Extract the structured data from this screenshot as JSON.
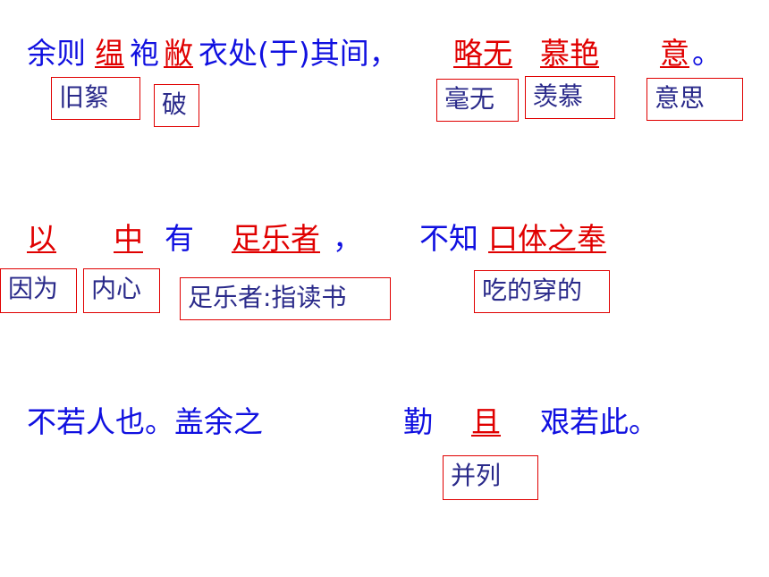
{
  "line1": {
    "part1": "余则",
    "red1": "缊",
    "part2": "袍",
    "red2": "敝",
    "part3": "衣处(于)其间，",
    "red3": "略无",
    "red4": "慕艳",
    "red5": "意",
    "end": "。"
  },
  "line2": {
    "red1": "以",
    "red2": "中",
    "part1": "有",
    "red3": "足乐者",
    "comma": "，",
    "part2": "不知",
    "red4": "口体之奉"
  },
  "line3": {
    "part1": "不若人也。盖余之",
    "part2": "勤",
    "red1": "且",
    "part3": "艰若此。"
  },
  "glosses": {
    "g1": "旧絮",
    "g2": "破",
    "g3": "毫无",
    "g4": "羡慕",
    "g5": "意思",
    "g6": "因为",
    "g7": "内心",
    "g8": "足乐者:指读书",
    "g9": "吃的穿的",
    "g10": "并列"
  }
}
